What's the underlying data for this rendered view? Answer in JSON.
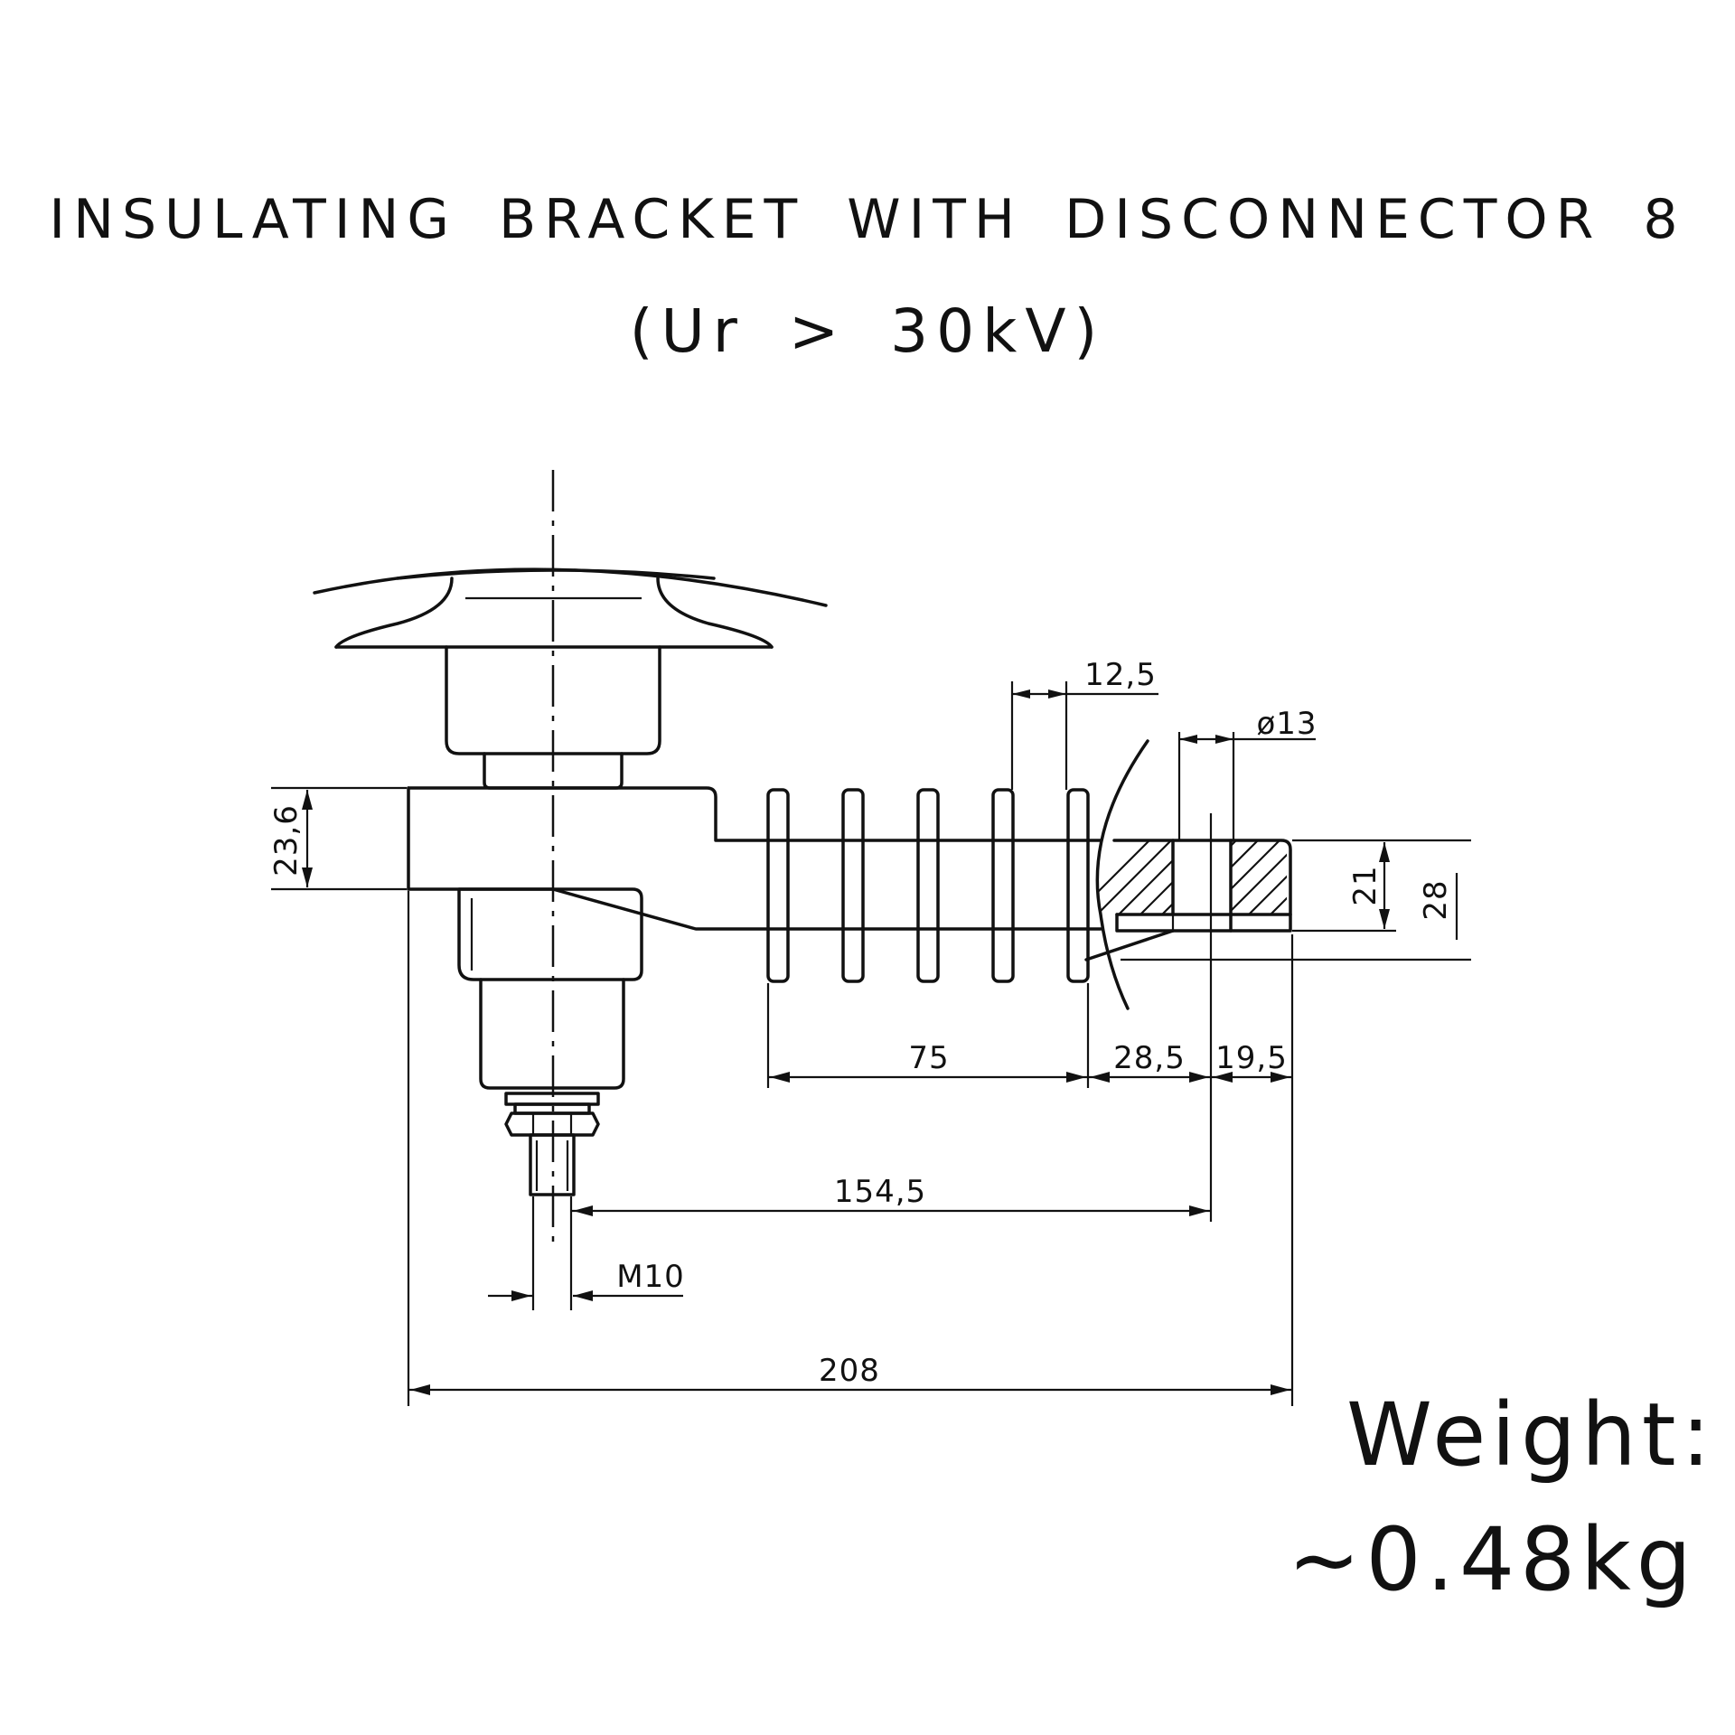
{
  "title": {
    "line1": "INSULATING BRACKET WITH DISCONNECTOR 8",
    "line2": "(Ur > 30kV)"
  },
  "dimensions": {
    "d_23_6": "23,6",
    "d_12_5": "12,5",
    "d_dia13": "ø13",
    "d_21": "21",
    "d_28": "28",
    "d_75": "75",
    "d_28_5": "28,5",
    "d_19_5": "19,5",
    "d_154_5": "154,5",
    "d_m10": "M10",
    "d_208": "208"
  },
  "weight": {
    "label": "Weight:",
    "value": "~0.48kg"
  },
  "colors": {
    "line": "#111111",
    "background": "#ffffff"
  }
}
